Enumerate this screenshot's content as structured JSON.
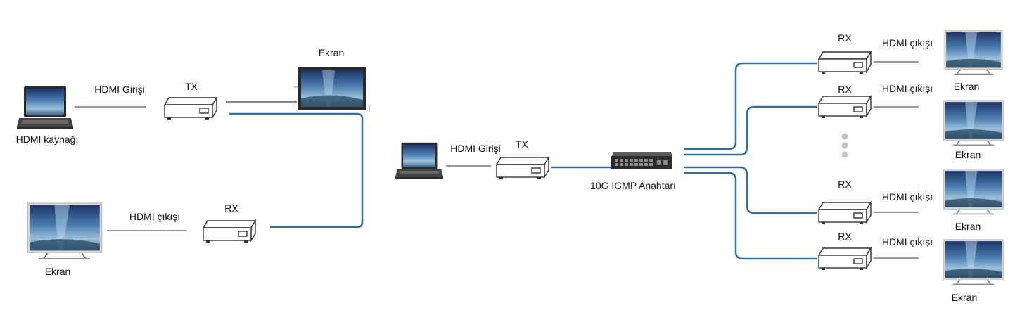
{
  "labels": {
    "hdmi_source": "HDMI kaynağı",
    "hdmi_input_left": "HDMI Girişi",
    "tx_left": "TX",
    "display_top": "Ekran",
    "hdmi_output_left": "HDMI çıkışı",
    "rx_left": "RX",
    "display_bottom_left": "Ekran",
    "hdmi_input_center": "HDMI Girişi",
    "tx_center": "TX",
    "switch": "10G IGMP Anahtarı",
    "rx_1": "RX",
    "hdmi_output_1": "HDMI çıkışı",
    "display_1": "Ekran",
    "rx_2": "RX",
    "hdmi_output_2": "HDMI çıkışı",
    "display_2": "Ekran",
    "rx_3": "RX",
    "hdmi_output_3": "HDMI çıkışı",
    "display_3": "Ekran",
    "rx_4": "RX",
    "hdmi_output_4": "HDMI çıkışı",
    "display_4": "Ekran"
  },
  "icons": {
    "laptop": "laptop-icon",
    "tv": "tv-icon",
    "monitor": "monitor-icon",
    "extender": "extender-box-icon",
    "switch": "network-switch-icon"
  },
  "colors": {
    "network_link": "#2f6ea3",
    "hdmi_cable": "#999999",
    "text": "#111111"
  }
}
